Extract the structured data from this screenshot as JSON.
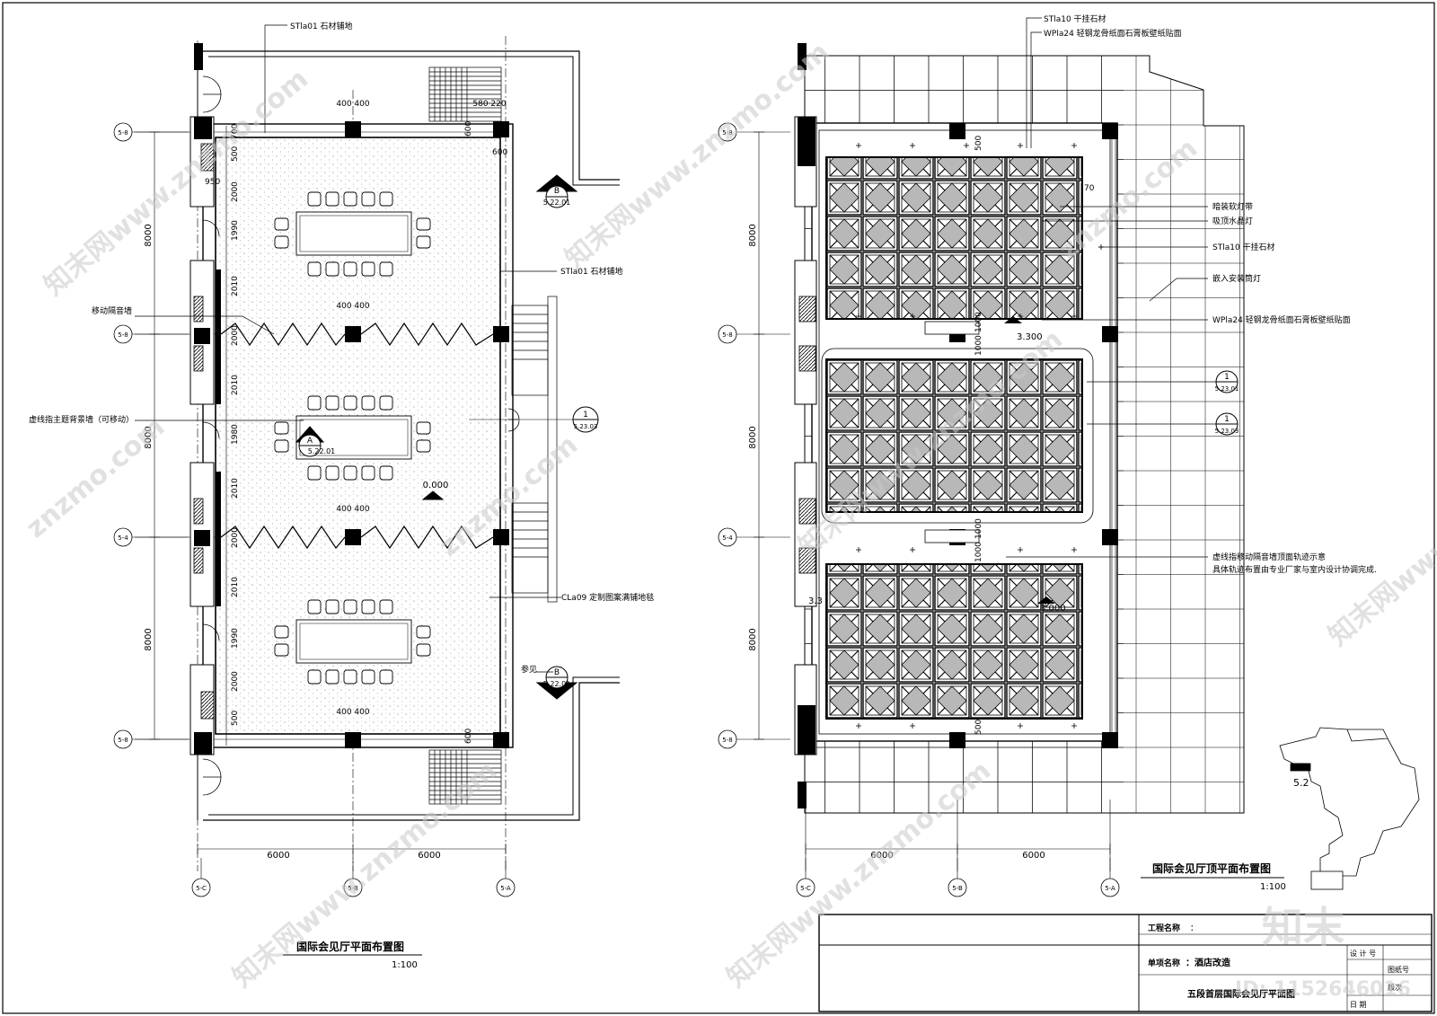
{
  "left_plan": {
    "title": "国际会见厅平面布置图",
    "scale": "1:100",
    "axes_bottom": [
      "5-C",
      "5-B",
      "5-A"
    ],
    "axes_side": [
      "5-8",
      "5-8",
      "5-4",
      "5-8"
    ],
    "dims_bottom": [
      "6000",
      "6000"
    ],
    "dims_left": [
      "8000",
      "8000",
      "8000"
    ],
    "col_dims": [
      "400 400",
      "400 400",
      "400 400",
      "400 400"
    ],
    "top_dim": "580 220",
    "small_dims": [
      "500",
      "700",
      "950",
      "2000",
      "1990",
      "2010",
      "2000",
      "2010",
      "1980",
      "2010",
      "2000",
      "2010",
      "1990",
      "2000",
      "500",
      "600",
      "600",
      "600"
    ],
    "callouts": {
      "stone_top": "STla01 石材铺地",
      "stone_right": "STla01 石材铺地",
      "carpet": "CLa09 定制图案满铺地毯",
      "movable_wall": "移动隔音墙",
      "backdrop": "虚线指主题背景墙（可移动）",
      "see": "参见"
    },
    "symbols": {
      "b_top": {
        "letter": "B",
        "ref": "5.22.01"
      },
      "b_bot": {
        "letter": "B",
        "ref": "5.22.01"
      },
      "a_mid": {
        "letter": "A",
        "ref": "5.22.01"
      },
      "one": {
        "num": "1",
        "ref": "5.23.03"
      }
    },
    "level": "0.000"
  },
  "right_plan": {
    "title": "国际会见厅顶平面布置图",
    "scale": "1:100",
    "axes_bottom": [
      "5-C",
      "5-B",
      "5-A"
    ],
    "axes_side": [
      "5-8",
      "5-8",
      "5-4",
      "5-8"
    ],
    "dims_bottom": [
      "6000",
      "6000"
    ],
    "dims_left": [
      "8000",
      "8000",
      "8000"
    ],
    "callouts": {
      "top_st": "STla10 干挂石材",
      "top_wp": "WPla24 轻钢龙骨纸面石膏板壁纸贴面",
      "led": "暗装软灯带",
      "crystal": "吸顶水晶灯",
      "st_mid": "STla10 干挂石材",
      "downlight": "嵌入安装筒灯",
      "wp_mid": "WPla24 轻钢龙骨纸面石膏板壁纸贴面",
      "track_1": "虚线指移动隔音墙顶面轨迹示意",
      "track_2": "具体轨迹布置由专业厂家与室内设计协调完成."
    },
    "symbols": {
      "one_a": {
        "num": "1",
        "ref": "5.23.01"
      },
      "one_b": {
        "num": "1",
        "ref": "5.23.03"
      }
    },
    "levels": [
      "3.300",
      "3.3",
      "3.000"
    ],
    "small_dims": [
      "500",
      "1000",
      "1000",
      "1000",
      "1000",
      "500",
      "70"
    ],
    "key_plan_label": "5.2"
  },
  "title_block": {
    "project_label": "工程名称",
    "project_value": "：",
    "item_label": "单项名称",
    "item_value": "：酒店改造",
    "drawing_name": "五段首层国际会见厅平面图",
    "designer": "设 计 号",
    "date": "日 期",
    "code1": "图纸号",
    "code2": "版次"
  },
  "watermarks": {
    "brand": "知末",
    "site": "znzmo.com",
    "site_cn": "知末网www.znzmo.com",
    "id": "ID: 1152646016"
  }
}
